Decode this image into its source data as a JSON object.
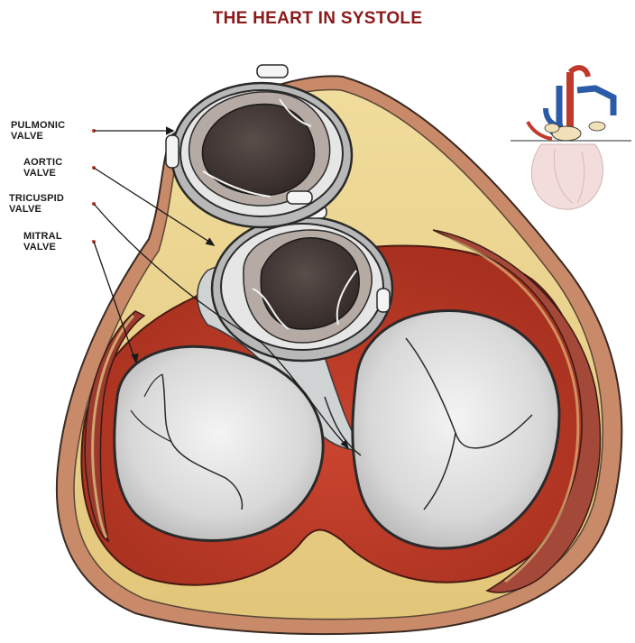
{
  "title": "THE HEART IN SYSTOLE",
  "labels": {
    "pulmonic": [
      "PULMONIC",
      "VALVE"
    ],
    "aortic": [
      "AORTIC",
      "VALVE"
    ],
    "tricuspid": [
      "TRICUSPID",
      "VALVE"
    ],
    "mitral": [
      "MITRAL",
      "VALVE"
    ]
  },
  "colors": {
    "title": "#8b1a1a",
    "myocardium": "#c0392b",
    "myocardium_dark": "#a3271c",
    "fat": "#e8d08a",
    "outer_wall": "#c98a6a",
    "valve_leaflet": "#d9d9d9",
    "valve_orifice": "#3e3432",
    "fibrous_tissue": "#cfd3d3"
  },
  "icons": [
    "heart-orientation-icon"
  ]
}
